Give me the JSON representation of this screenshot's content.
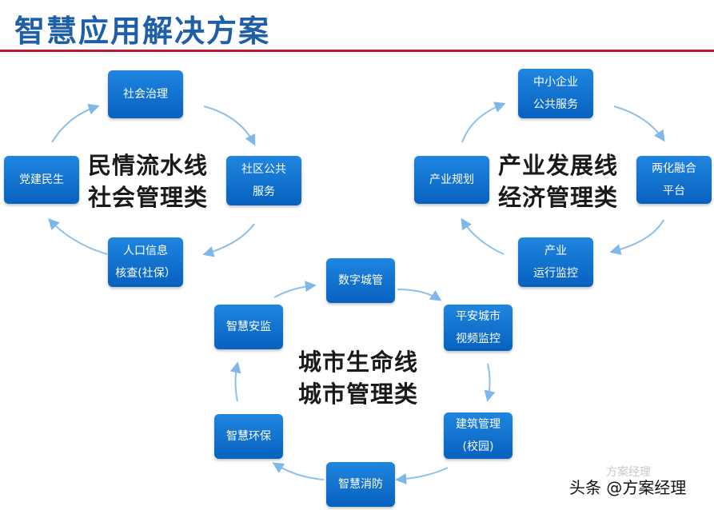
{
  "title": "智慧应用解决方案",
  "colors": {
    "title": "#1f5fa8",
    "rule": "#c0162d",
    "node": "#0a6fd0",
    "arrow": "#7fb8e8"
  },
  "clusters": {
    "social": {
      "center_line1": "民情流水线",
      "center_line2": "社会管理类",
      "nodes": {
        "governance": "社会治理",
        "community_line1": "社区公共",
        "community_line2": "服务",
        "census_line1": "人口信息",
        "census_line2": "核查(社保）",
        "party": "党建民生"
      }
    },
    "industry": {
      "center_line1": "产业发展线",
      "center_line2": "经济管理类",
      "nodes": {
        "sme_line1": "中小企业",
        "sme_line2": "公共服务",
        "two_line1": "两化融合",
        "two_line2": "平台",
        "monitor_line1": "产业",
        "monitor_line2": "运行监控",
        "plan": "产业规划"
      }
    },
    "city": {
      "center_line1": "城市生命线",
      "center_line2": "城市管理类",
      "nodes": {
        "digital": "数字城管",
        "video_line1": "平安城市",
        "video_line2": "视频监控",
        "building_line1": "建筑管理",
        "building_line2": "(校园)",
        "fire": "智慧消防",
        "env": "智慧环保",
        "safety": "智慧安监"
      }
    }
  },
  "watermark": "头条 @方案经理",
  "watermark_faint": "方案经理"
}
